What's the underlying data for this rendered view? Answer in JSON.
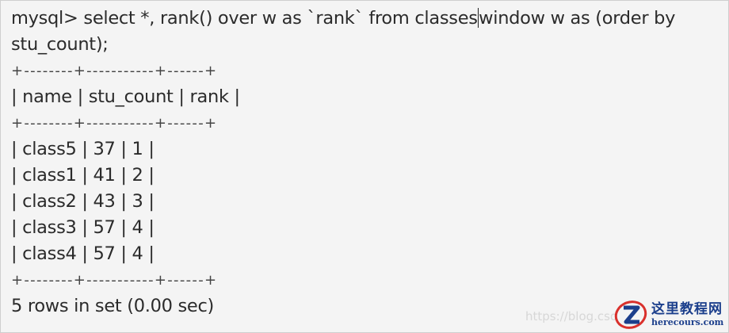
{
  "console": {
    "prompt": "mysql> ",
    "command_part1": "select *, rank() over w as `rank` from classes",
    "command_part2": "window w as (order by",
    "command_cont": "stu_count);",
    "separator": "+--------+-----------+------+",
    "header_row": "| name | stu_count | rank |",
    "rows": [
      "| class5 | 37 | 1 |",
      "| class1 | 41 | 2 |",
      "| class2 | 43 | 3 |",
      "| class3 | 57 | 4 |",
      "| class4 | 57 | 4 |"
    ],
    "result_summary": "5 rows in set (0.00 sec)"
  },
  "watermark": {
    "url_text": "https://blog.csd",
    "logo_name_cn": "这里教程网",
    "logo_domain": "herecours.com",
    "logo_icon": "z-swirl-logo-icon"
  },
  "colors": {
    "background": "#f4f4f4",
    "text": "#2b2b2b",
    "logo_blue": "#1c3f8c",
    "logo_red": "#d9302c"
  }
}
